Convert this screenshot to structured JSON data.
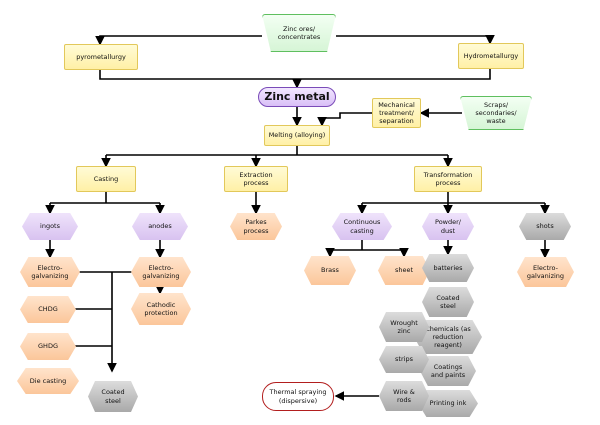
{
  "nodes": {
    "zinc_ores": "Zinc ores/\nconcentrates",
    "pyrometallurgy": "pyrometallurgy",
    "hydrometallurgy": "Hydrometallurgy",
    "zinc_metal": "Zinc metal",
    "mechanical": "Mechanical\ntreatment/\nseparation",
    "scraps": "Scraps/\nsecondaries/\nwaste",
    "melting": "Melting (alloying)",
    "casting": "Casting",
    "extraction": "Extraction\nprocess",
    "transformation": "Transformation\nprocess",
    "ingots": "ingots",
    "anodes": "anodes",
    "parkes": "Parkes\nprocess",
    "continuous_casting": "Continuous\ncasting",
    "powder": "Powder/\ndust",
    "shots": "shots",
    "electro1": "Electro-\ngalvanizing",
    "electro2": "Electro-\ngalvanizing",
    "electro3": "Electro-\ngalvanizing",
    "chdg": "CHDG",
    "ghdg": "GHDG",
    "die_casting": "Die casting",
    "cathodic": "Cathodic\nprotection",
    "coated_steel_left": "Coated\nsteel",
    "brass": "Brass",
    "sheet": "sheet",
    "batteries": "batteries",
    "coated_steel_right": "Coated\nsteel",
    "chemicals": "Chemicals (as\nreduction\nreagent)",
    "coatings": "Coatings\nand paints",
    "printing_ink": "Printing ink",
    "wrought": "Wrought\nzinc",
    "strips": "strips",
    "wire": "Wire &\nrods",
    "thermal": "Thermal spraying\n(dispersive)"
  },
  "colors": {
    "edge": "#000000",
    "yellow_box": "#fff0a6",
    "green_trap": "#d6f5d6",
    "purple_hex": "#d8c2f0",
    "orange_hex": "#fbc69a",
    "gray_hex": "#a9a9a9",
    "thermal_border": "#b21e1e",
    "zinc_border": "#7a4bb8"
  }
}
